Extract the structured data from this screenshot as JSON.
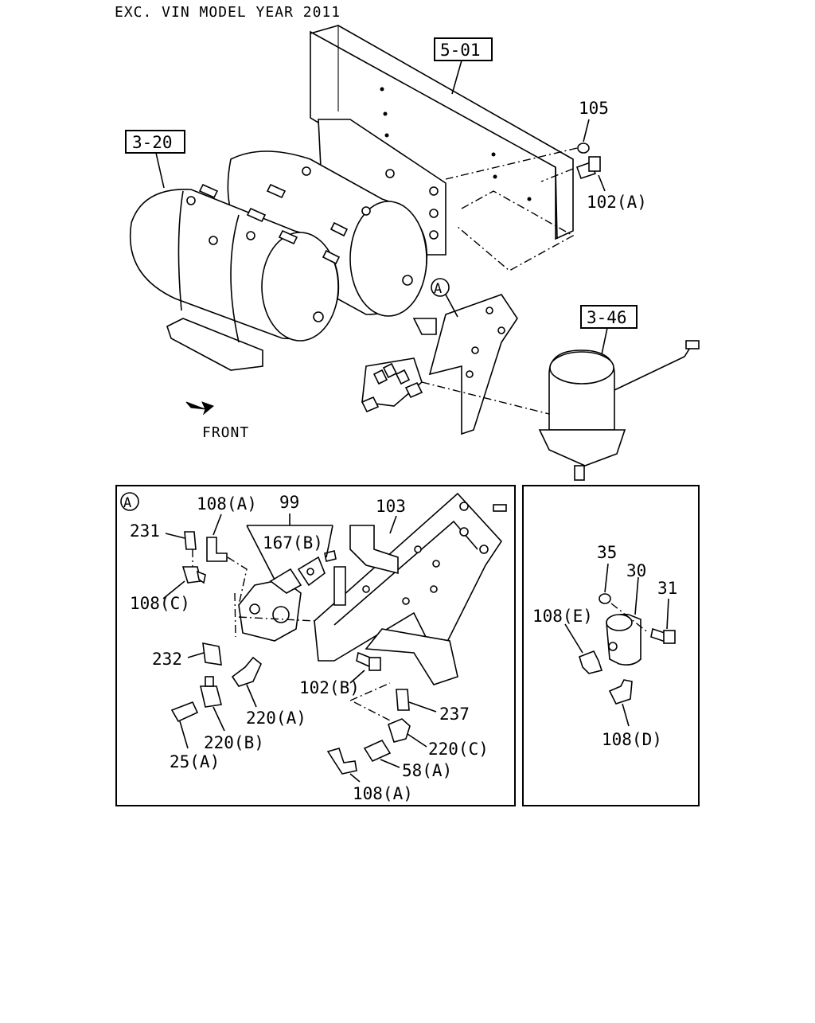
{
  "header": {
    "note": "EXC. VIN MODEL YEAR 2011"
  },
  "refs": {
    "frame": "5-01",
    "tanks": "3-20",
    "dryer": "3-46"
  },
  "main": {
    "front_label": "FRONT",
    "detail_marker": "A",
    "labels": {
      "p105": "105",
      "p102a": "102(A)"
    }
  },
  "detail_a": {
    "marker": "A",
    "labels": {
      "p108a_top": "108(A)",
      "p99": "99",
      "p231": "231",
      "p167b": "167(B)",
      "p103": "103",
      "p108c": "108(C)",
      "p232": "232",
      "p102b": "102(B)",
      "p237": "237",
      "p220a": "220(A)",
      "p220b": "220(B)",
      "p220c": "220(C)",
      "p25a": "25(A)",
      "p58a": "58(A)",
      "p108a_bottom": "108(A)"
    }
  },
  "detail_b": {
    "labels": {
      "p35": "35",
      "p30": "30",
      "p31": "31",
      "p108e": "108(E)",
      "p108d": "108(D)"
    }
  }
}
